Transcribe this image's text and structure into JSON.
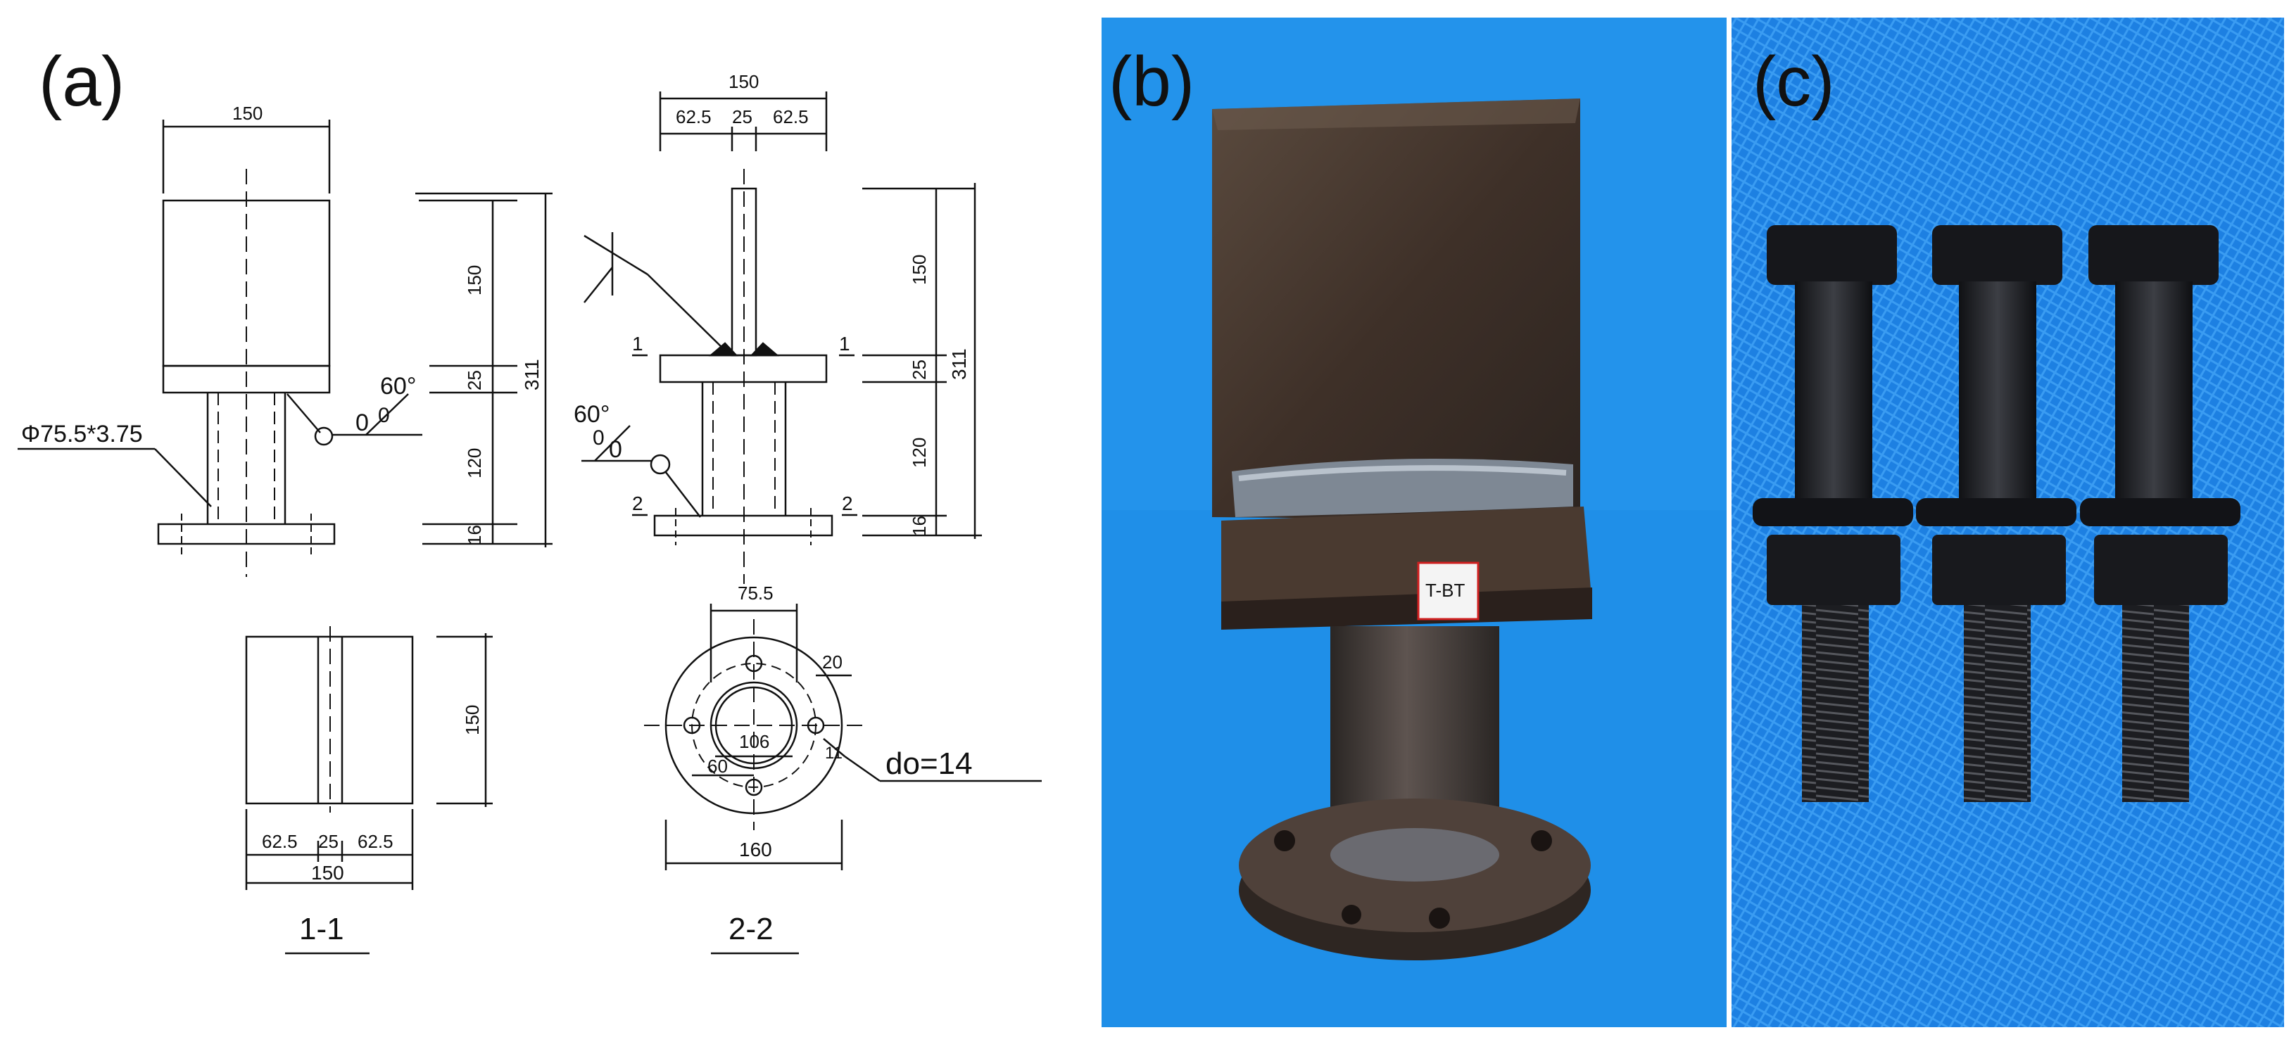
{
  "panels": {
    "a": {
      "label": "(a)"
    },
    "b": {
      "label": "(b)"
    },
    "c": {
      "label": "(c)"
    }
  },
  "elevation": {
    "dim_top": "150",
    "dim_upper": "150",
    "dim_mid": "25",
    "dim_tube": "120",
    "dim_base": "16",
    "dim_total": "311",
    "weld_angle": "60°",
    "weld_gap": "0",
    "tube_spec": "Φ75.5*3.75"
  },
  "side_view": {
    "dim_top": "150",
    "dim_left": "62.5",
    "dim_mid": "25",
    "dim_right": "62.5",
    "dim_upper": "150",
    "dim_mid_v": "25",
    "dim_tube": "120",
    "dim_base": "16",
    "dim_total": "311",
    "weld_angle": "60°",
    "weld_gap": "0",
    "cut_1": "1",
    "cut_2": "2"
  },
  "section_1_1": {
    "dim_height": "150",
    "dim_left": "62.5",
    "dim_mid": "25",
    "dim_right": "62.5",
    "dim_total": "150",
    "caption": "1-1"
  },
  "section_2_2": {
    "dim_tube": "75.5",
    "dim_edge": "20",
    "dim_bolt_circle": "106",
    "dim_inner": "60",
    "dim_hole": "11",
    "dim_plate": "160",
    "hole_note": "do=14",
    "caption": "2-2"
  },
  "photo_b": {
    "tag": "T-BT",
    "background": "#1f8fe8"
  },
  "photo_c": {
    "background": "#1d7fe0",
    "bolt_count": 3
  },
  "colors": {
    "line": "#111111",
    "blue": "#1f8fe8"
  }
}
